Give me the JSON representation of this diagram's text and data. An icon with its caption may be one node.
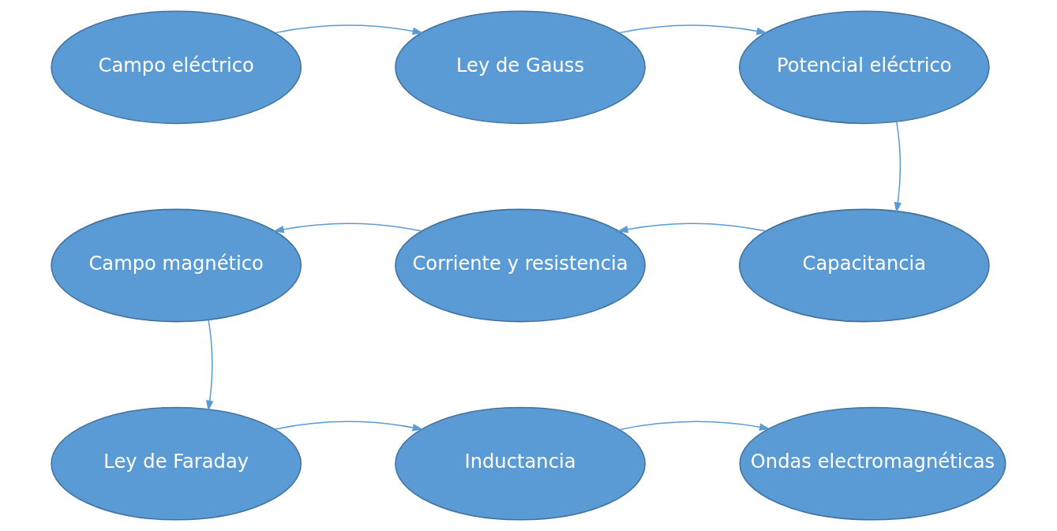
{
  "diagram": {
    "nodes": [
      {
        "text": [
          "Campo eléctrico"
        ]
      },
      {
        "text": [
          "Ley de Gauss"
        ]
      },
      {
        "text": [
          "Potencial eléctrico"
        ]
      },
      {
        "text": [
          "Capacitancia"
        ]
      },
      {
        "text": [
          "Corriente y resistencia"
        ]
      },
      {
        "text": [
          "Campo magnético"
        ]
      },
      {
        "text": [
          "Ley de Faraday"
        ]
      },
      {
        "text": [
          "Inductancia"
        ]
      },
      {
        "text": [
          "Ondas electromagnéticas"
        ]
      }
    ],
    "edges": [
      {
        "from": 0,
        "to": 1,
        "arrow": "to"
      },
      {
        "from": 1,
        "to": 2,
        "arrow": "to"
      },
      {
        "from": 2,
        "to": 3,
        "arrow": "to"
      },
      {
        "from": 3,
        "to": 4,
        "arrow": "to"
      },
      {
        "from": 4,
        "to": 5,
        "arrow": "to"
      },
      {
        "from": 5,
        "to": 6,
        "arrow": "to"
      },
      {
        "from": 6,
        "to": 7,
        "arrow": "to"
      },
      {
        "from": 7,
        "to": 8,
        "arrow": "to"
      }
    ]
  }
}
